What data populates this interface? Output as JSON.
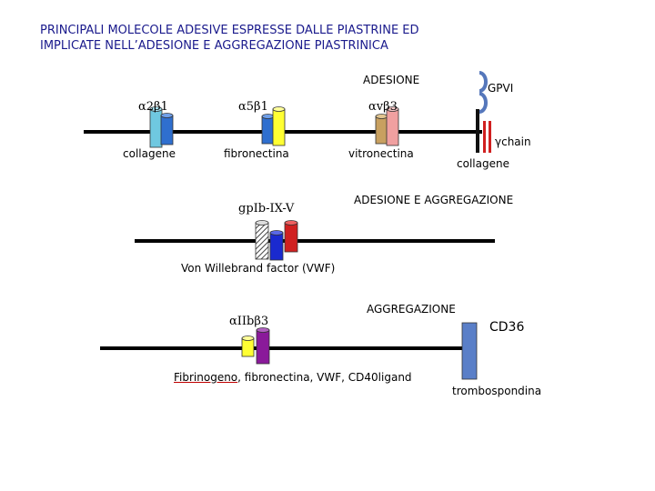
{
  "title": {
    "line1": "PRINCIPALI MOLECOLE ADESIVE ESPRESSE DALLE PIASTRINE ED",
    "line2": "IMPLICATE NELL’ADESIONE E AGGREGAZIONE PIASTRINICA"
  },
  "sections": {
    "adhesion": "ADESIONE",
    "adhesion_aggregation": "ADESIONE E AGGREGAZIONE",
    "aggregation": "AGGREGAZIONE"
  },
  "receptors": {
    "a2b1": "α2β1",
    "a5b1": "α5β1",
    "avb3": "αvβ3",
    "gpvi": "GPVI",
    "gamma_chain": "γchain",
    "gpib": "gpIb-IX-V",
    "aiib3": "αIIbβ3",
    "cd36": "CD36"
  },
  "ligands": {
    "collagene_1": "collagene",
    "fibronectina": "fibronectina",
    "vitronectina": "vitronectina",
    "collagene_2": "collagene",
    "vwf": "Von Willebrand factor (VWF)",
    "fibrinogeno": "Fibrinogeno",
    "aiib3_rest": ", fibronectina, VWF, CD40ligand",
    "trombospondina": "trombospondina"
  },
  "colors": {
    "title": "#1a1a8c",
    "membrane": "#000000",
    "cyan": "#6fc8e0",
    "blue": "#2f6fcf",
    "yellow": "#ffff33",
    "brown": "#c8a060",
    "pink": "#f0a0a0",
    "red": "#d02020",
    "purple": "#8a1a9a",
    "steel": "#5a7fc8",
    "gpvi": "#5577bb"
  }
}
